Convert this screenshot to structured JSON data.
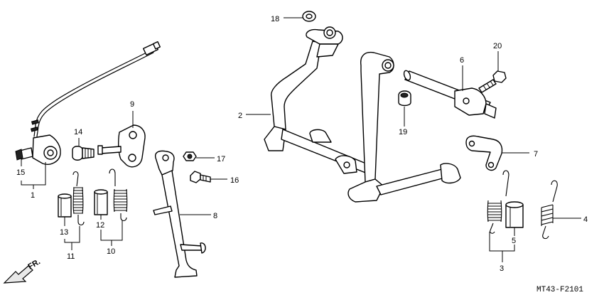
{
  "diagram": {
    "code": "MT43-F2101",
    "direction_label": "FR.",
    "callouts": {
      "c1": "1",
      "c2": "2",
      "c3": "3",
      "c4": "4",
      "c5": "5",
      "c6": "6",
      "c7": "7",
      "c8": "8",
      "c9": "9",
      "c10": "10",
      "c11": "11",
      "c12": "12",
      "c13": "13",
      "c14": "14",
      "c15": "15",
      "c16": "16",
      "c17": "17",
      "c18": "18",
      "c19": "19",
      "c20": "20"
    }
  }
}
